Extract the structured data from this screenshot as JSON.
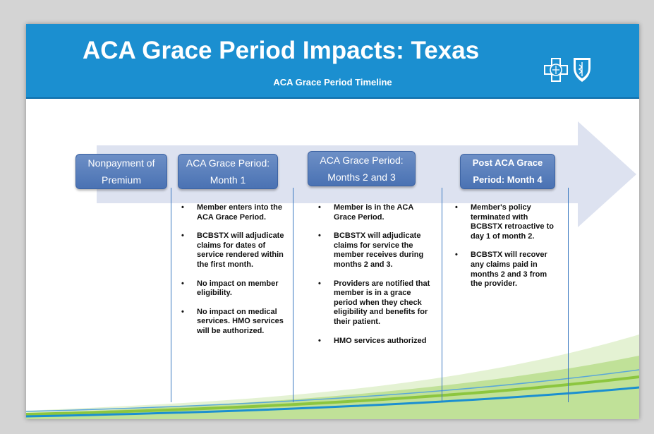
{
  "header": {
    "title": "ACA Grace Period Impacts:  Texas",
    "subtitle": "ACA Grace Period Timeline"
  },
  "colors": {
    "header_blue": "#1b8fd0",
    "stage_blue": "#4a72b3",
    "arrow_fill": "#dde2f0",
    "swoosh_green": "#8cc63f",
    "swoosh_blue": "#1b8fd0"
  },
  "stages": [
    {
      "line1": "Nonpayment of",
      "line2": "Premium"
    },
    {
      "line1": "ACA Grace Period:",
      "line2": "Month 1"
    },
    {
      "line1": "ACA Grace Period:",
      "line2": "Months 2 and 3"
    },
    {
      "line1": "Post ACA Grace",
      "line2": "Period: Month 4"
    }
  ],
  "columns": [
    {
      "bullets": [
        "Member enters into the ACA Grace Period.",
        "BCBSTX will adjudicate claims for dates of service rendered within the first month.",
        "No impact on member eligibility.",
        "No impact on medical services.  HMO services will be authorized."
      ]
    },
    {
      "bullets": [
        "Member is in the ACA Grace Period.",
        "BCBSTX will adjudicate claims for service the member receives during months  2 and 3.",
        "Providers are notified that member is in a grace period when they check eligibility and benefits for their patient.",
        "HMO services authorized"
      ]
    },
    {
      "bullets": [
        "Member's policy terminated with BCBSTX retroactive to day 1 of month 2.",
        "BCBSTX will recover any claims paid in months 2 and 3 from the provider."
      ]
    }
  ],
  "icons": [
    "blue-cross-icon",
    "blue-shield-icon"
  ]
}
